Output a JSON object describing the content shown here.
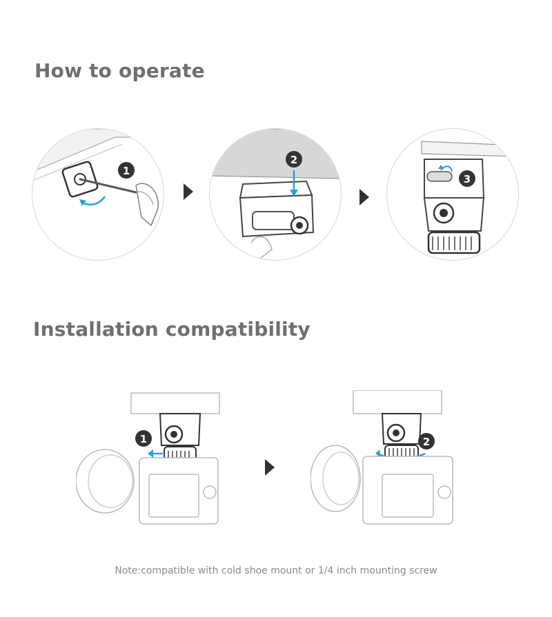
{
  "sections": {
    "operate_title": "How to operate",
    "install_title": "Installation compatibility"
  },
  "steps": {
    "step1": "1",
    "step2": "2",
    "step3": "3"
  },
  "install_steps": {
    "step1": "1",
    "step2": "2"
  },
  "note": "Note:compatible with cold shoe mount or 1/4 inch mounting screw",
  "colors": {
    "accent_blue": "#2a9fd8",
    "badge": "#333333",
    "line": "#7a7a7a"
  }
}
